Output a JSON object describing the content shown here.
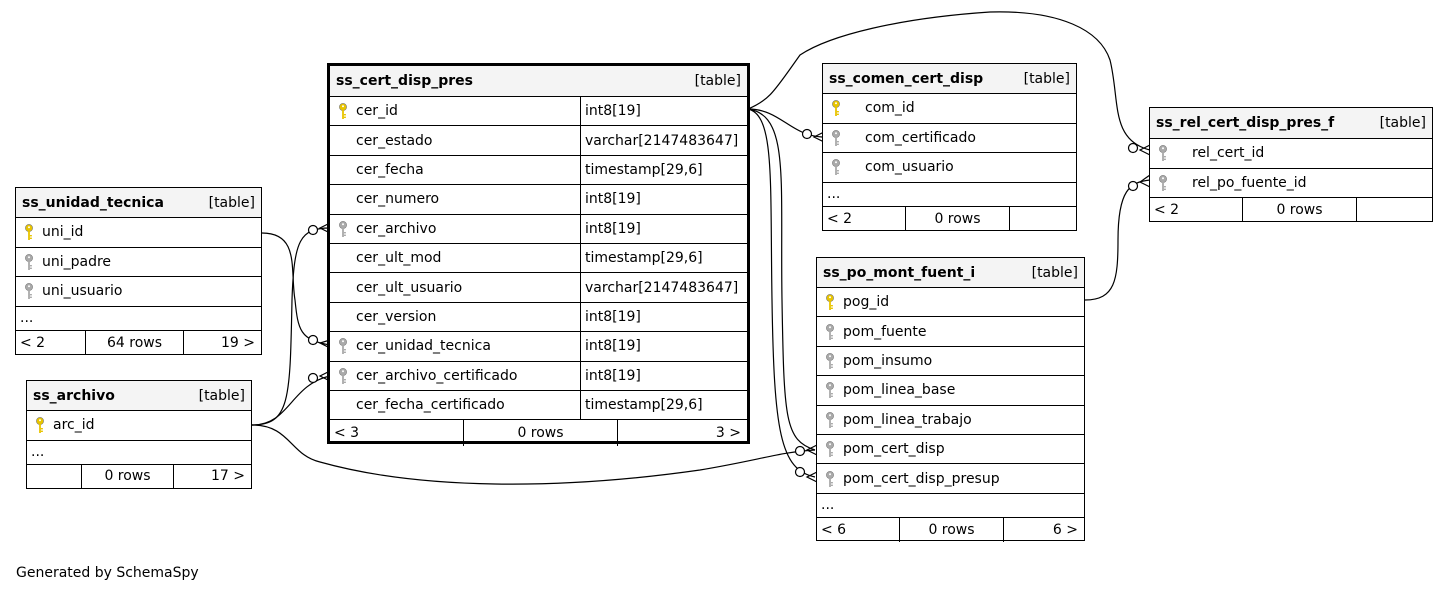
{
  "credit": "Generated by SchemaSpy",
  "tables": {
    "cert_disp_pres": {
      "name": "ss_cert_disp_pres",
      "kind": "[table]",
      "columns": [
        {
          "name": "cer_id",
          "type": "int8[19]",
          "key": "pk"
        },
        {
          "name": "cer_estado",
          "type": "varchar[2147483647]",
          "key": ""
        },
        {
          "name": "cer_fecha",
          "type": "timestamp[29,6]",
          "key": ""
        },
        {
          "name": "cer_numero",
          "type": "int8[19]",
          "key": ""
        },
        {
          "name": "cer_archivo",
          "type": "int8[19]",
          "key": "fk"
        },
        {
          "name": "cer_ult_mod",
          "type": "timestamp[29,6]",
          "key": ""
        },
        {
          "name": "cer_ult_usuario",
          "type": "varchar[2147483647]",
          "key": ""
        },
        {
          "name": "cer_version",
          "type": "int8[19]",
          "key": ""
        },
        {
          "name": "cer_unidad_tecnica",
          "type": "int8[19]",
          "key": "fk"
        },
        {
          "name": "cer_archivo_certificado",
          "type": "int8[19]",
          "key": "fk"
        },
        {
          "name": "cer_fecha_certificado",
          "type": "timestamp[29,6]",
          "key": ""
        }
      ],
      "footer": {
        "left": "< 3",
        "mid": "0 rows",
        "right": "3 >"
      }
    },
    "unidad_tecnica": {
      "name": "ss_unidad_tecnica",
      "kind": "[table]",
      "columns": [
        {
          "name": "uni_id",
          "key": "pk"
        },
        {
          "name": "uni_padre",
          "key": "fk"
        },
        {
          "name": "uni_usuario",
          "key": "fk"
        }
      ],
      "more": "...",
      "footer": {
        "left": "< 2",
        "mid": "64 rows",
        "right": "19 >"
      }
    },
    "archivo": {
      "name": "ss_archivo",
      "kind": "[table]",
      "columns": [
        {
          "name": "arc_id",
          "key": "pk"
        }
      ],
      "more": "...",
      "footer": {
        "left": "",
        "mid": "0 rows",
        "right": "17 >"
      }
    },
    "comen_cert_disp": {
      "name": "ss_comen_cert_disp",
      "kind": "[table]",
      "columns": [
        {
          "name": "com_id",
          "key": "pk"
        },
        {
          "name": "com_certificado",
          "key": "fk"
        },
        {
          "name": "com_usuario",
          "key": "fk"
        }
      ],
      "more": "...",
      "footer": {
        "left": "< 2",
        "mid": "0 rows",
        "right": ""
      }
    },
    "po_mont_fuent_i": {
      "name": "ss_po_mont_fuent_i",
      "kind": "[table]",
      "columns": [
        {
          "name": "pog_id",
          "key": "pk"
        },
        {
          "name": "pom_fuente",
          "key": "fk"
        },
        {
          "name": "pom_insumo",
          "key": "fk"
        },
        {
          "name": "pom_linea_base",
          "key": "fk"
        },
        {
          "name": "pom_linea_trabajo",
          "key": "fk"
        },
        {
          "name": "pom_cert_disp",
          "key": "fk"
        },
        {
          "name": "pom_cert_disp_presup",
          "key": "fk"
        }
      ],
      "more": "...",
      "footer": {
        "left": "< 6",
        "mid": "0 rows",
        "right": "6 >"
      }
    },
    "rel_cert_disp_pres_f": {
      "name": "ss_rel_cert_disp_pres_f",
      "kind": "[table]",
      "columns": [
        {
          "name": "rel_cert_id",
          "key": "fk"
        },
        {
          "name": "rel_po_fuente_id",
          "key": "fk"
        }
      ],
      "footer": {
        "left": "< 2",
        "mid": "0 rows",
        "right": ""
      }
    }
  }
}
